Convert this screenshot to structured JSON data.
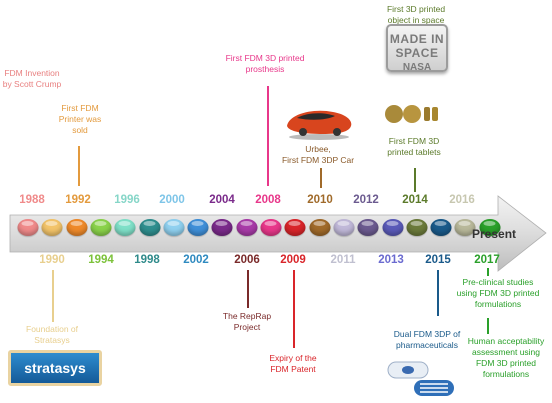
{
  "present_label": "Present",
  "top_years": [
    {
      "year": "1988",
      "color": "#f08a8a"
    },
    {
      "year": "1992",
      "color": "#e39a3d"
    },
    {
      "year": "1996",
      "color": "#86d6c8"
    },
    {
      "year": "2000",
      "color": "#7ec5e8"
    },
    {
      "year": "2004",
      "color": "#7a2a8a"
    },
    {
      "year": "2008",
      "color": "#e8378a"
    },
    {
      "year": "2010",
      "color": "#a06a2a"
    },
    {
      "year": "2012",
      "color": "#6b5a8f"
    },
    {
      "year": "2014",
      "color": "#5b7a2a"
    },
    {
      "year": "2016",
      "color": "#c7c7b0"
    }
  ],
  "bottom_years": [
    {
      "year": "1990",
      "color": "#e8cf8e"
    },
    {
      "year": "1994",
      "color": "#7cc23a"
    },
    {
      "year": "1998",
      "color": "#2e8a8a"
    },
    {
      "year": "2002",
      "color": "#2f8ac0"
    },
    {
      "year": "2006",
      "color": "#7a2a2a"
    },
    {
      "year": "2009",
      "color": "#d9252a"
    },
    {
      "year": "2011",
      "color": "#c0c0d0"
    },
    {
      "year": "2013",
      "color": "#6b6bd0"
    },
    {
      "year": "2015",
      "color": "#1a5a8a"
    },
    {
      "year": "2017",
      "color": "#2aa02a"
    }
  ],
  "dot_colors": [
    "#f08a8a",
    "#f3c46a",
    "#ef8a2a",
    "#8ad24a",
    "#7fe0c8",
    "#2f8f8f",
    "#8fd0ef",
    "#3f8fd8",
    "#7a2a8a",
    "#a83aa8",
    "#e8378a",
    "#d9252a",
    "#a06a2a",
    "#c0b8d8",
    "#6b5a8f",
    "#5a5ab8",
    "#6b7a3a",
    "#1a5a8a",
    "#b8b89a",
    "#2aa02a"
  ],
  "annotations": {
    "fdm_invention": "FDM Invention\nby Scott Crump",
    "first_printer": "First FDM\nPrinter was\nsold",
    "first_prosthesis": "First FDM 3D printed\nprosthesis",
    "urbee": "Urbee,\nFirst FDM 3DP Car",
    "space": "First 3D printed\nobject in space",
    "tablets": "First FDM 3D\nprinted tablets",
    "foundation": "Foundation of\nStratasys",
    "reprap": "The RepRap\nProject",
    "patent": "Expiry of the\nFDM Patent",
    "dual": "Dual FDM 3DP of\npharmaceuticals",
    "preclinical": "Pre-clinical studies\nusing FDM 3D printed\nformulations",
    "human": "Human acceptability\nassessment using\nFDM 3D printed\nformulations"
  },
  "badge": {
    "line1": "MADE IN SPACE",
    "line2": "NASA"
  },
  "logo_text": "stratasys"
}
